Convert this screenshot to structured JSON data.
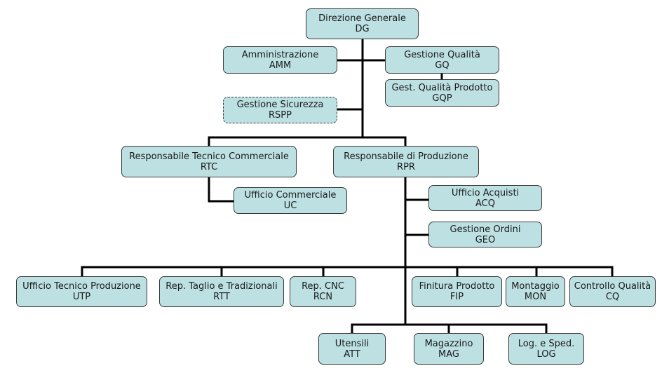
{
  "title": "Organigramma",
  "colors": {
    "box_fill": "#bde0e3",
    "box_border": "#3a3a3a",
    "line": "#000000"
  },
  "nodes": {
    "DG": {
      "name": "Direzione Generale",
      "code": "DG"
    },
    "AMM": {
      "name": "Amministrazione",
      "code": "AMM"
    },
    "GQ": {
      "name": "Gestione Qualità",
      "code": "GQ"
    },
    "GQP": {
      "name": "Gest. Qualità Prodotto",
      "code": "GQP"
    },
    "RSPP": {
      "name": "Gestione Sicurezza",
      "code": "RSPP",
      "style": "dashed"
    },
    "RTC": {
      "name": "Responsabile Tecnico Commerciale",
      "code": "RTC"
    },
    "UC": {
      "name": "Ufficio Commerciale",
      "code": "UC"
    },
    "RPR": {
      "name": "Responsabile di Produzione",
      "code": "RPR"
    },
    "ACQ": {
      "name": "Ufficio Acquisti",
      "code": "ACQ"
    },
    "GEO": {
      "name": "Gestione Ordini",
      "code": "GEO"
    },
    "UTP": {
      "name": "Ufficio Tecnico Produzione",
      "code": "UTP"
    },
    "RTT": {
      "name": "Rep. Taglio e Tradizionali",
      "code": "RTT"
    },
    "RCN": {
      "name": "Rep. CNC",
      "code": "RCN"
    },
    "FIP": {
      "name": "Finitura Prodotto",
      "code": "FIP"
    },
    "MON": {
      "name": "Montaggio",
      "code": "MON"
    },
    "CQ": {
      "name": "Controllo Qualità",
      "code": "CQ"
    },
    "ATT": {
      "name": "Utensili",
      "code": "ATT"
    },
    "MAG": {
      "name": "Magazzino",
      "code": "MAG"
    },
    "LOG": {
      "name": "Log. e Sped.",
      "code": "LOG"
    }
  },
  "edges": [
    [
      "DG",
      "AMM"
    ],
    [
      "DG",
      "GQ"
    ],
    [
      "GQ",
      "GQP"
    ],
    [
      "DG",
      "RSPP"
    ],
    [
      "DG",
      "RTC"
    ],
    [
      "DG",
      "RPR"
    ],
    [
      "RTC",
      "UC"
    ],
    [
      "RPR",
      "ACQ"
    ],
    [
      "RPR",
      "GEO"
    ],
    [
      "RPR",
      "UTP"
    ],
    [
      "RPR",
      "RTT"
    ],
    [
      "RPR",
      "RCN"
    ],
    [
      "RPR",
      "FIP"
    ],
    [
      "RPR",
      "MON"
    ],
    [
      "RPR",
      "CQ"
    ],
    [
      "RPR",
      "ATT"
    ],
    [
      "RPR",
      "MAG"
    ],
    [
      "RPR",
      "LOG"
    ]
  ]
}
